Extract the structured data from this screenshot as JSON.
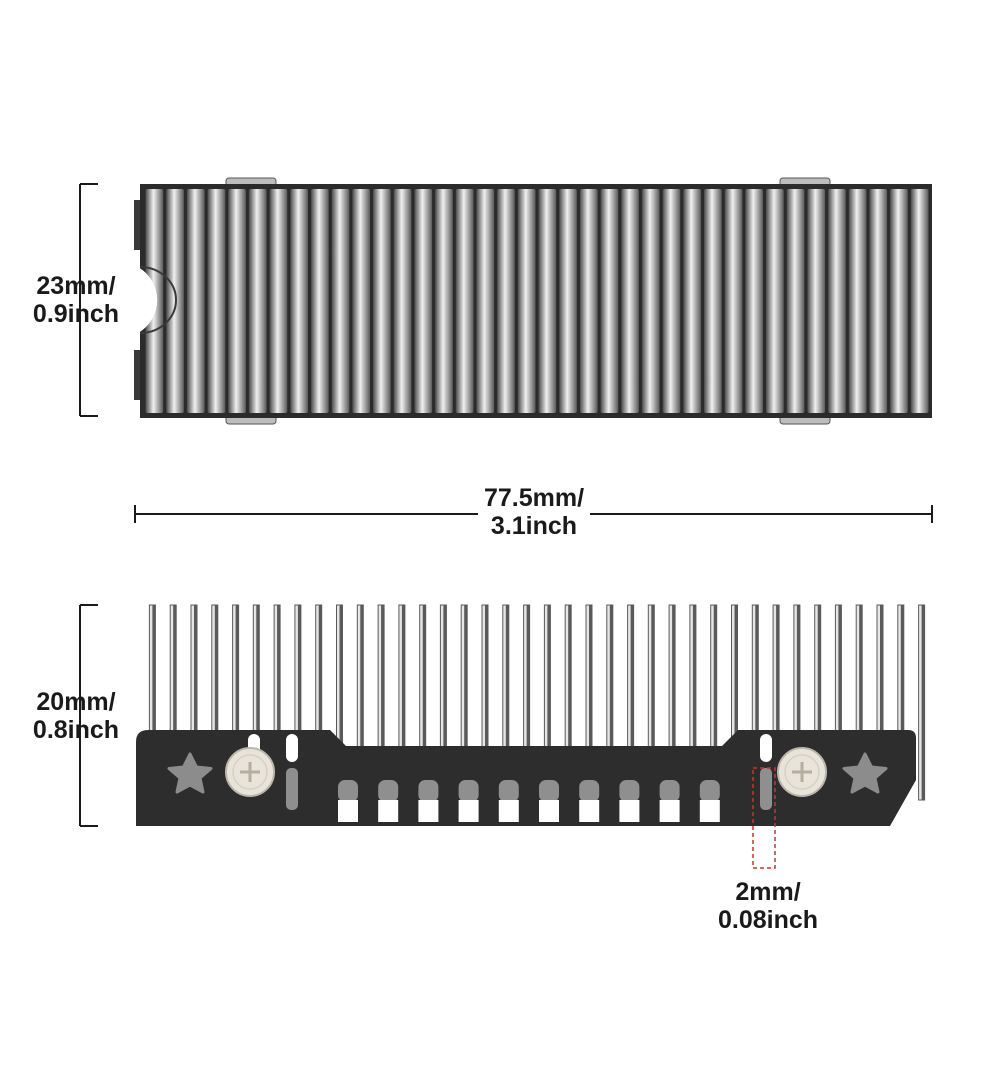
{
  "top_view": {
    "height_label": {
      "mm": "23mm/",
      "inch": "0.9inch"
    }
  },
  "length_dimension": {
    "mm": "77.5mm/",
    "inch": "3.1inch"
  },
  "side_view": {
    "height_label": {
      "mm": "20mm/",
      "inch": "0.8inch"
    },
    "slot_label": {
      "mm": "2mm/",
      "inch": "0.08inch"
    },
    "fin_count": 38,
    "vent_slot_count": 10
  },
  "colors": {
    "fin_light": "#e6e6e6",
    "fin_dark": "#5a5a5a",
    "frame": "#2b2b2b",
    "bracket": "#2d2d2d",
    "star": "#8c8c8c",
    "screw": "#e8e4da",
    "dimension_line": "#1a1a1a",
    "slot_marker": "#c0392b"
  }
}
